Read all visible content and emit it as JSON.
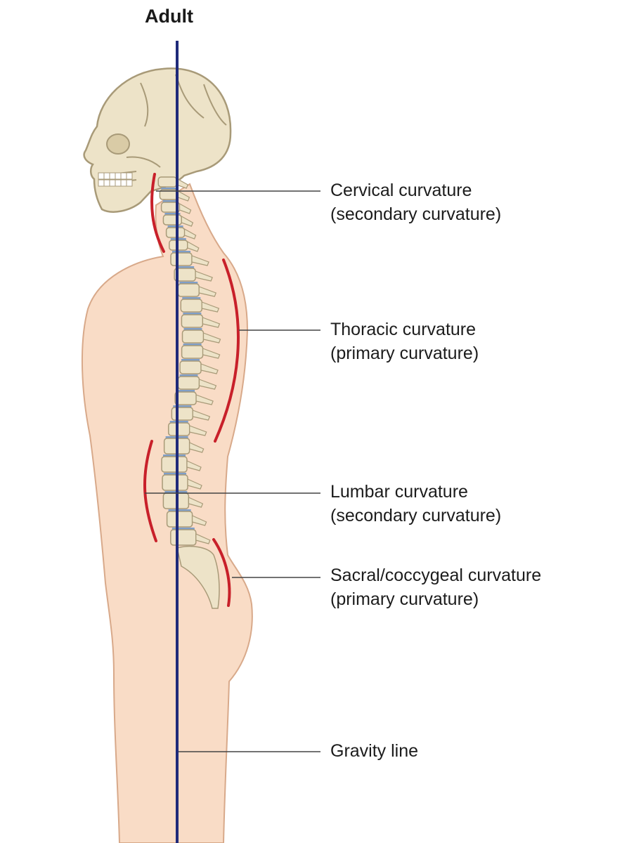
{
  "title": "Adult",
  "labels": {
    "cervical": {
      "name": "Cervical curvature",
      "type": "(secondary curvature)"
    },
    "thoracic": {
      "name": "Thoracic curvature",
      "type": "(primary curvature)"
    },
    "lumbar": {
      "name": "Lumbar curvature",
      "type": "(secondary curvature)"
    },
    "sacral": {
      "name": "Sacral/coccygeal curvature",
      "type": "(primary curvature)"
    },
    "gravity": {
      "name": "Gravity line"
    }
  },
  "colors": {
    "skin": "#f9dcc6",
    "skin_outline": "#d8a98a",
    "bone": "#ede3c8",
    "bone_outline": "#a89a78",
    "disc": "#7f9fc9",
    "curve_marker": "#c8202a",
    "gravity_line": "#1f2a7a",
    "leader_line": "#444444"
  }
}
